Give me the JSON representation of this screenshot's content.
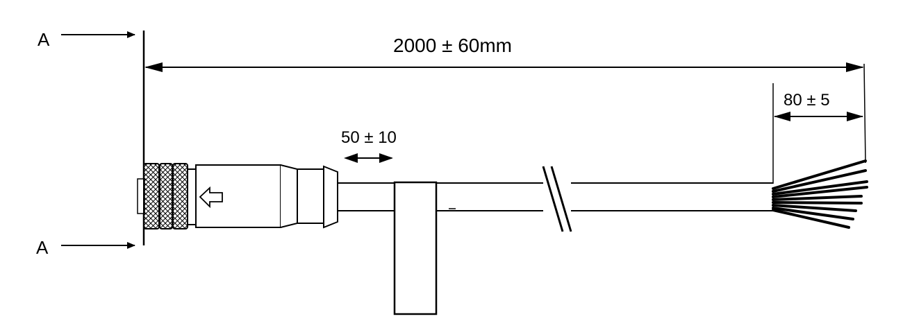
{
  "drawing": {
    "section_mark_top": "A",
    "section_mark_bottom": "A",
    "overall_length": "2000 ± 60mm",
    "strip_length": "80 ± 5",
    "label_offset": "50 ± 10"
  },
  "colors": {
    "line": "#000000",
    "background": "#ffffff"
  },
  "icons": {
    "direction_arrow": "left-arrow-icon",
    "knurl": "knurl-pattern"
  }
}
